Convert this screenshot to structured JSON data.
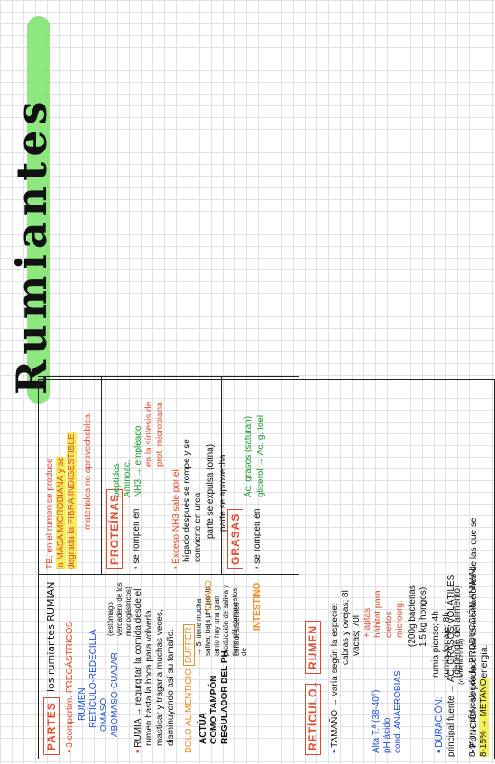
{
  "title": "Rumiantes",
  "partes": {
    "label": "PARTES",
    "heading": "los rumiantes RUMIAN",
    "item1_num": "3 compartim. PREGÁSTRICOS",
    "item1_a": "RUMEN",
    "item1_b": "RETÍCULO-REDECILLA",
    "item1_c": "OMASO",
    "item1_d": "ABOMASO-CUAJAR",
    "item1_d_note": "(estómago verdadero de los monogástricos)",
    "item2_a": "RUMIA → regurgitar la comida desde el",
    "item2_b": "rumen hasta la boca para volverla",
    "item2_c": "masticar y tragarla muchas veces,",
    "item2_d": "disminuyendo así su tamaño.",
    "item3_a": "BOLO ALIMENTICIO",
    "item3_b": "BUFFER",
    "item3_note": "→ Si tiene mucha saliva, baja pH, por lo tanto hay una gran producción de saliva y tiene pH compuestos de",
    "item3_c": "ACTÚA",
    "item3_d": "COMO TAMPÓN",
    "item3_e": "REGULADOR DEL PH",
    "item3_f": "control sistémico",
    "item3_g": "CUAJO",
    "item3_h": "INTESTINO"
  },
  "reticulo": {
    "label1": "RETÍCULO",
    "sep": "-",
    "label2": "RUMEN",
    "size_a": "TAMAÑO → varía según la especie:",
    "size_b": "cabras y ovejas; 8l",
    "size_c": "vacas; 70l.",
    "cond_a": "Alta T.ª (38-40°)",
    "cond_b": "pH ácido",
    "cond_c": "cond. ANAEROBIAS",
    "cond_d": "+ aptas",
    "cond_e": "hábitat para",
    "cond_f": "ciertos",
    "cond_g": "microorg.",
    "cond_h": "(200g bacterias",
    "cond_i": "1,5 kg hongos)",
    "dur_a": "DURACIÓN:",
    "dur_b": "rumia pienso; 4h",
    "dur_c": "rumia forraje; 8h",
    "dur_d": "(depende del alimento)",
    "fun_a": "FUNCIÓN: se producen las fermentaciones de las que se",
    "fun_b": "obtiene energía.",
    "fun_c": "principal fuente → AC. GRASOS VOLÁTILES",
    "fun_d": "(cadena corta)",
    "fun_e": "8-9% → del calor de la PRODUCCIÓN ANIMAL",
    "fun_f": "8-15% → METANO"
  },
  "rumen_text": {
    "a": "TB, en el rumen se produce",
    "b": "la MASA MICROBIANA y se",
    "c": "degrada la FIBRA INDIGESTIBLE.",
    "d": "materiales no aprovechables."
  },
  "proteinas": {
    "label": "PROTEÍNAS",
    "a": "se rompen en",
    "b": "péptidos",
    "c": "Aminoác.",
    "d": "NH3 → empleado",
    "e": "en la síntesis de",
    "f": "prot. microbiana",
    "g": "Exceso NH3 sale por el",
    "h": "hígado después se rompe y se",
    "i": "convierte en urea",
    "j": "parte se expulsa (orina)",
    "k": "parte se aprovecha"
  },
  "grasas": {
    "label": "GRASAS",
    "a": "se rompen en",
    "b": "Ac. grasos (saturan)",
    "c": "glicerol → Ac. g. Idel."
  },
  "colors": {
    "accent_red": "#e34a2a",
    "accent_blue": "#1f4fd1",
    "highlight_green": "#7be36a",
    "highlight_yellow": "#f4ee5a"
  }
}
